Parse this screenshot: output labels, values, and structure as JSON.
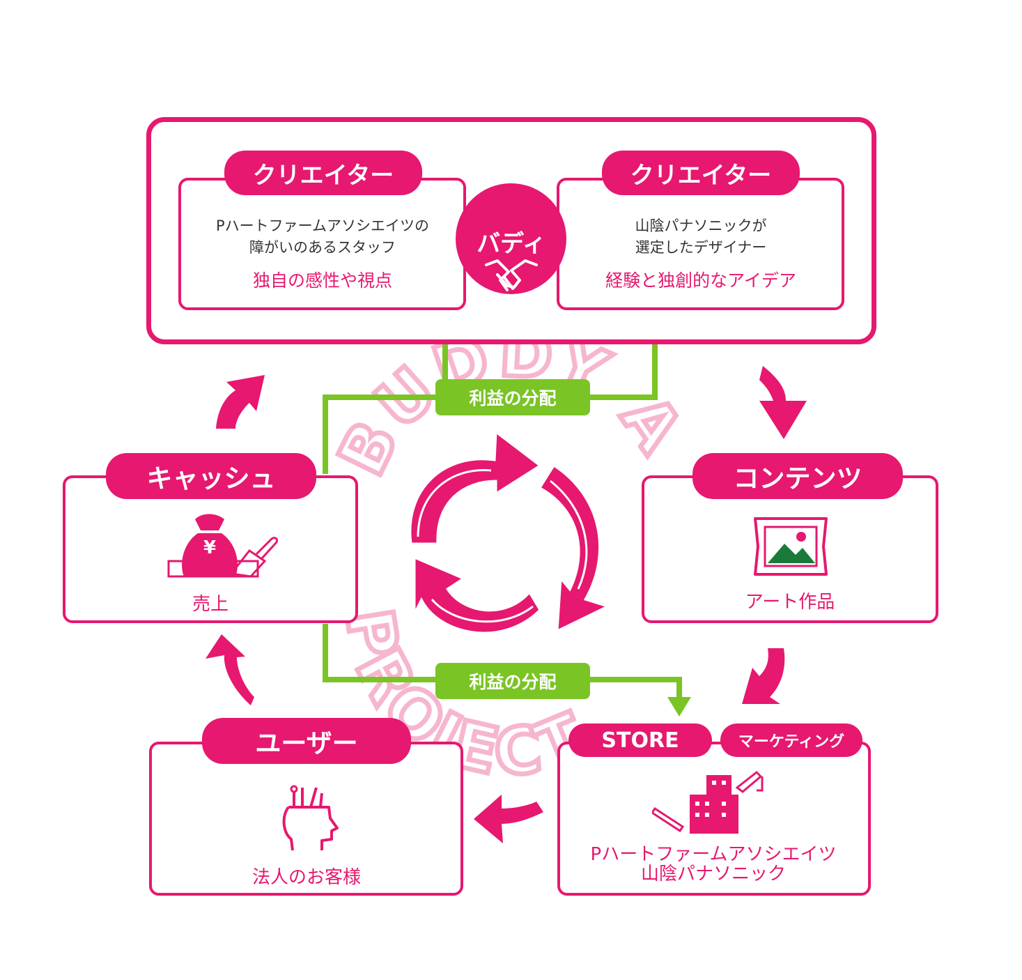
{
  "buddy": {
    "label": "バディ"
  },
  "creator_left": {
    "title": "クリエイター",
    "line1": "Pハートファームアソシエイツの",
    "line2": "障がいのあるスタッフ",
    "highlight": "独自の感性や視点"
  },
  "creator_right": {
    "title": "クリエイター",
    "line1": "山陰パナソニックが",
    "line2": "選定したデザイナー",
    "highlight": "経験と独創的なアイデア"
  },
  "profit_top": "利益の分配",
  "profit_bottom": "利益の分配",
  "cash": {
    "title": "キャッシュ",
    "caption": "売上",
    "yen": "¥"
  },
  "contents": {
    "title": "コンテンツ",
    "caption": "アート作品"
  },
  "user": {
    "title": "ユーザー",
    "caption": "法人のお客様"
  },
  "store": {
    "title": "STORE",
    "marketing": "マーケティング",
    "line1": "Pハートファームアソシエイツ",
    "line2": "山陰パナソニック"
  },
  "watermark": {
    "top": "BUDDY ART",
    "bottom": "PROJECT"
  },
  "colors": {
    "accent": "#e6186f",
    "green": "#7ac425",
    "watermark": "#f6b6cf"
  }
}
